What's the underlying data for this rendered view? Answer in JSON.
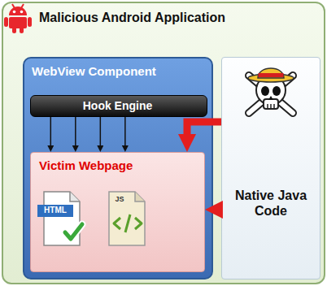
{
  "diagram": {
    "nodes": [
      {
        "text": [
          "Malicious Android Application"
        ]
      },
      {
        "text": [
          "WebView Component"
        ],
        "in": 0
      },
      {
        "text": [
          "Hook Engine"
        ],
        "in": 1
      },
      {
        "text": [
          "Victim Webpage"
        ],
        "in": 1
      },
      {
        "text": [
          "Native Java Code"
        ],
        "in": 0
      }
    ],
    "edges": [
      {
        "from": 2,
        "to": 3,
        "arrow": "to"
      },
      {
        "from": 2,
        "to": 3,
        "arrow": "to"
      },
      {
        "from": 2,
        "to": 3,
        "arrow": "to"
      },
      {
        "from": 2,
        "to": 3,
        "arrow": "to"
      },
      {
        "from": 4,
        "to": 3,
        "arrow": "to"
      },
      {
        "from": 4,
        "to": 3,
        "arrow": "to"
      }
    ],
    "labels": [
      "HTML",
      "JS"
    ]
  }
}
